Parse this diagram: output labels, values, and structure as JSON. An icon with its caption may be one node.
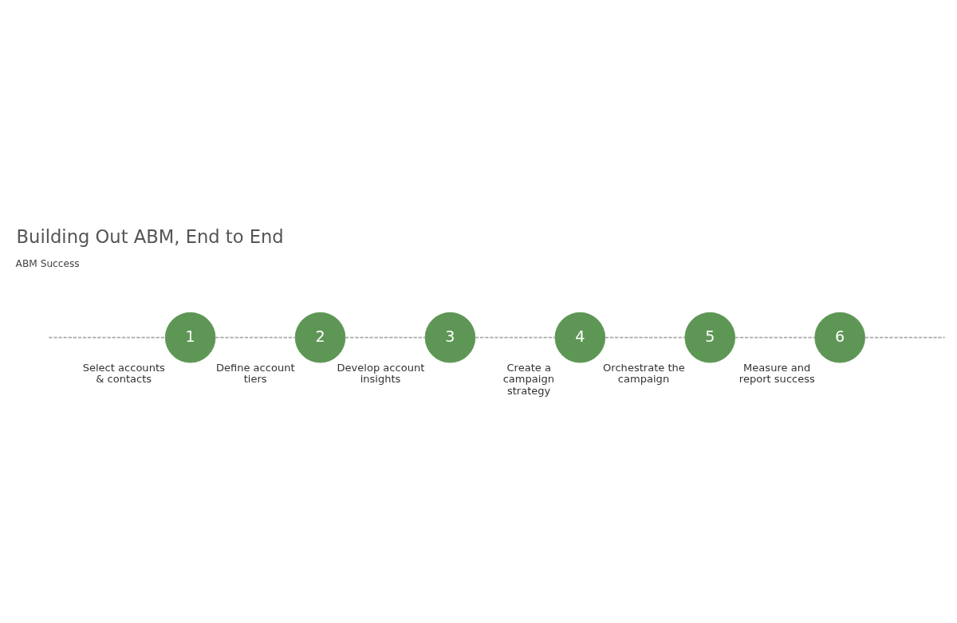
{
  "diagram": {
    "title": "Building Out ABM, End to End",
    "nodes": [
      {
        "text": [
          "1"
        ],
        "beside": [
          "Select accounts & contacts"
        ]
      },
      {
        "text": [
          "2"
        ],
        "beside": [
          "Define account tiers"
        ]
      },
      {
        "text": [
          "3"
        ],
        "beside": [
          "Develop account insights"
        ]
      },
      {
        "text": [
          "4"
        ],
        "beside": [
          "Create a campaign strategy"
        ]
      },
      {
        "text": [
          "5"
        ],
        "beside": [
          "Orchestrate the campaign"
        ]
      },
      {
        "text": [
          "6"
        ],
        "beside": [
          "Measure and report success"
        ]
      }
    ],
    "edges": [
      {
        "from": null,
        "to": 0,
        "arrow": "none",
        "style": "dashed"
      },
      {
        "from": 0,
        "to": 1,
        "arrow": "none",
        "style": "dashed"
      },
      {
        "from": 1,
        "to": 2,
        "arrow": "none",
        "style": "dashed"
      },
      {
        "from": 2,
        "to": 3,
        "arrow": "none",
        "style": "dashed"
      },
      {
        "from": 3,
        "to": 4,
        "arrow": "none",
        "style": "dashed"
      },
      {
        "from": 4,
        "to": 5,
        "arrow": "none",
        "style": "dashed"
      },
      {
        "from": 5,
        "to": null,
        "arrow": "none",
        "style": "dashed"
      }
    ],
    "labels": [
      "ABM Success"
    ]
  }
}
